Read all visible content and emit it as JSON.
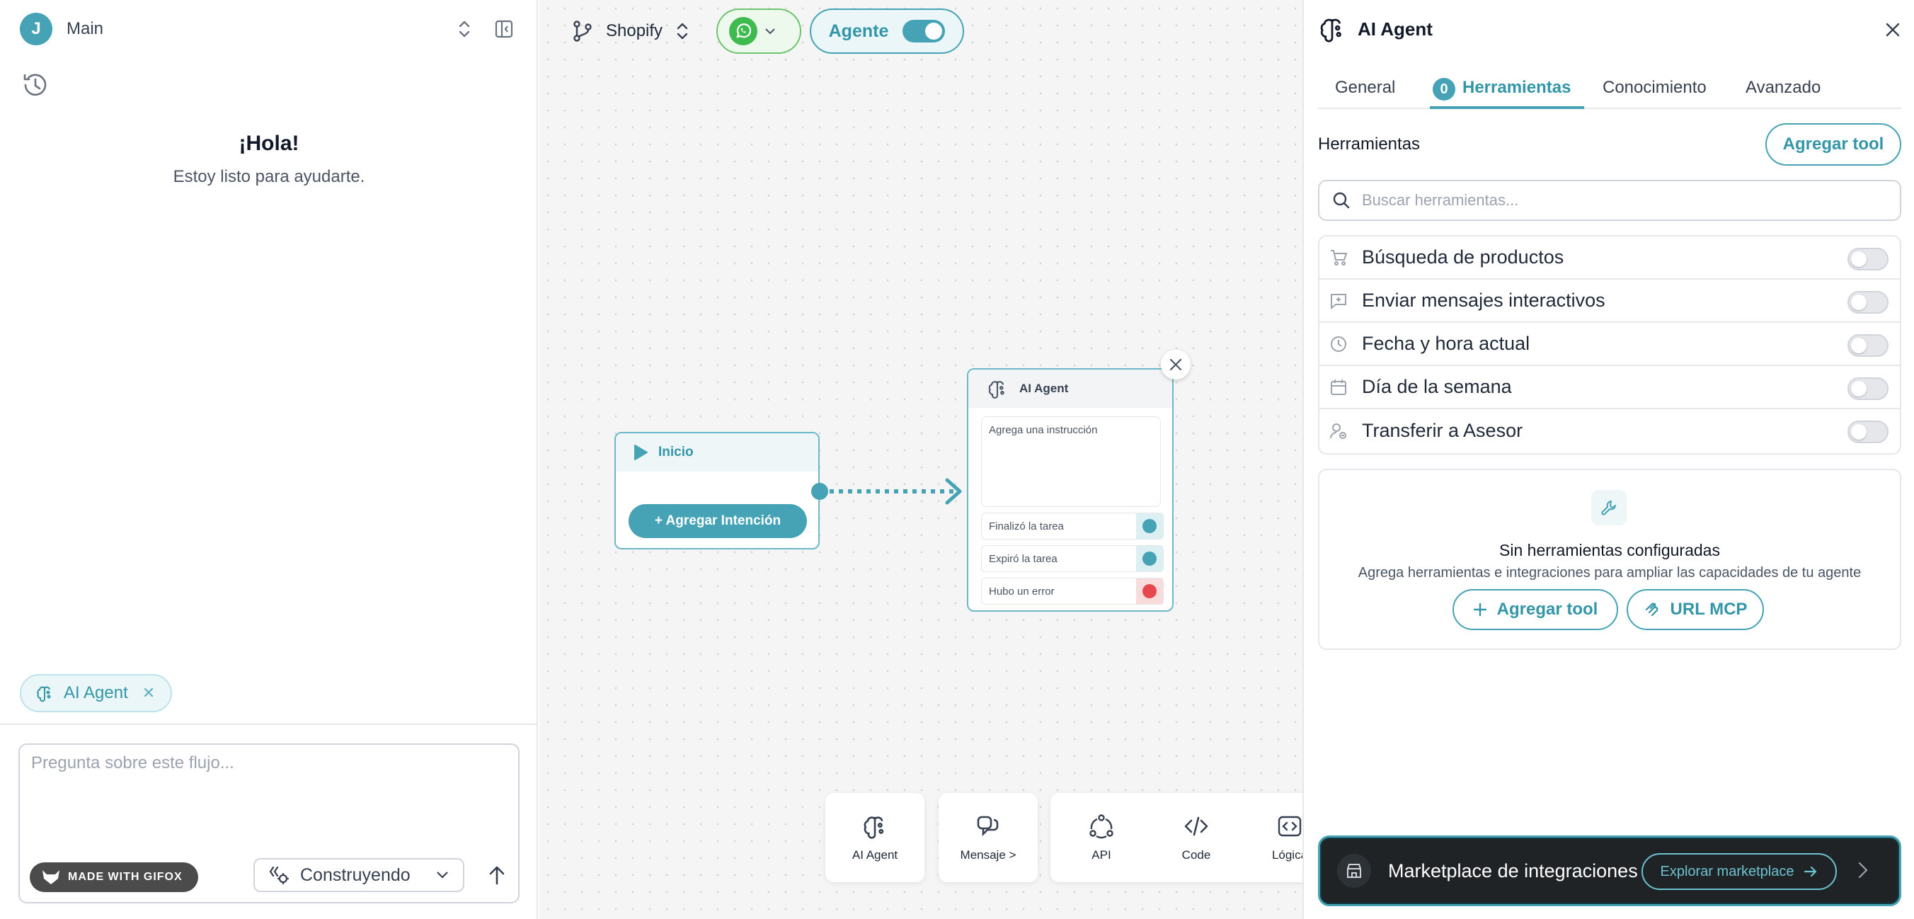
{
  "left_panel": {
    "workspace_initial": "J",
    "workspace_name": "Main",
    "greeting": "¡Hola!",
    "greeting_sub": "Estoy listo para ayudarte.",
    "context_chip": "AI Agent",
    "input_placeholder": "Pregunta sobre este flujo...",
    "badge": "MADE WITH GIFOX",
    "mode": "Construyendo"
  },
  "canvas": {
    "branch": "Shopify",
    "agent_toggle_label": "Agente",
    "agent_toggle_on": true,
    "start_node": {
      "title": "Inicio",
      "button": "+ Agregar Intención"
    },
    "agent_node": {
      "title": "AI Agent",
      "placeholder": "Agrega una instrucción",
      "outputs": [
        {
          "label": "Finalizó la tarea",
          "color": "#45a3b5"
        },
        {
          "label": "Expiró la tarea",
          "color": "#45a3b5"
        },
        {
          "label": "Hubo un error",
          "color": "#e5484d"
        }
      ]
    },
    "toolbar": [
      "AI Agent",
      "Mensaje >",
      "API",
      "Code",
      "Lógica"
    ]
  },
  "right_panel": {
    "title": "AI Agent",
    "tabs": [
      {
        "label": "General"
      },
      {
        "label": "Herramientas",
        "count": "0",
        "active": true
      },
      {
        "label": "Conocimiento"
      },
      {
        "label": "Avanzado"
      }
    ],
    "section_title": "Herramientas",
    "add_tool": "Agregar tool",
    "search_placeholder": "Buscar herramientas...",
    "tools": [
      {
        "label": "Búsqueda de productos",
        "icon": "cart-icon",
        "enabled": false
      },
      {
        "label": "Enviar mensajes interactivos",
        "icon": "message-plus-icon",
        "enabled": false
      },
      {
        "label": "Fecha y hora actual",
        "icon": "clock-icon",
        "enabled": false
      },
      {
        "label": "Día de la semana",
        "icon": "calendar-icon",
        "enabled": false
      },
      {
        "label": "Transferir a Asesor",
        "icon": "user-transfer-icon",
        "enabled": false
      }
    ],
    "empty_title": "Sin herramientas configuradas",
    "empty_desc": "Agrega herramientas e integraciones para ampliar las capacidades de tu agente",
    "empty_add": "Agregar tool",
    "empty_mcp": "URL MCP",
    "marketplace": "Marketplace de integraciones",
    "marketplace_btn": "Explorar marketplace"
  },
  "colors": {
    "accent": "#45a3b5",
    "whatsapp": "#3fba4f",
    "error": "#e5484d"
  }
}
